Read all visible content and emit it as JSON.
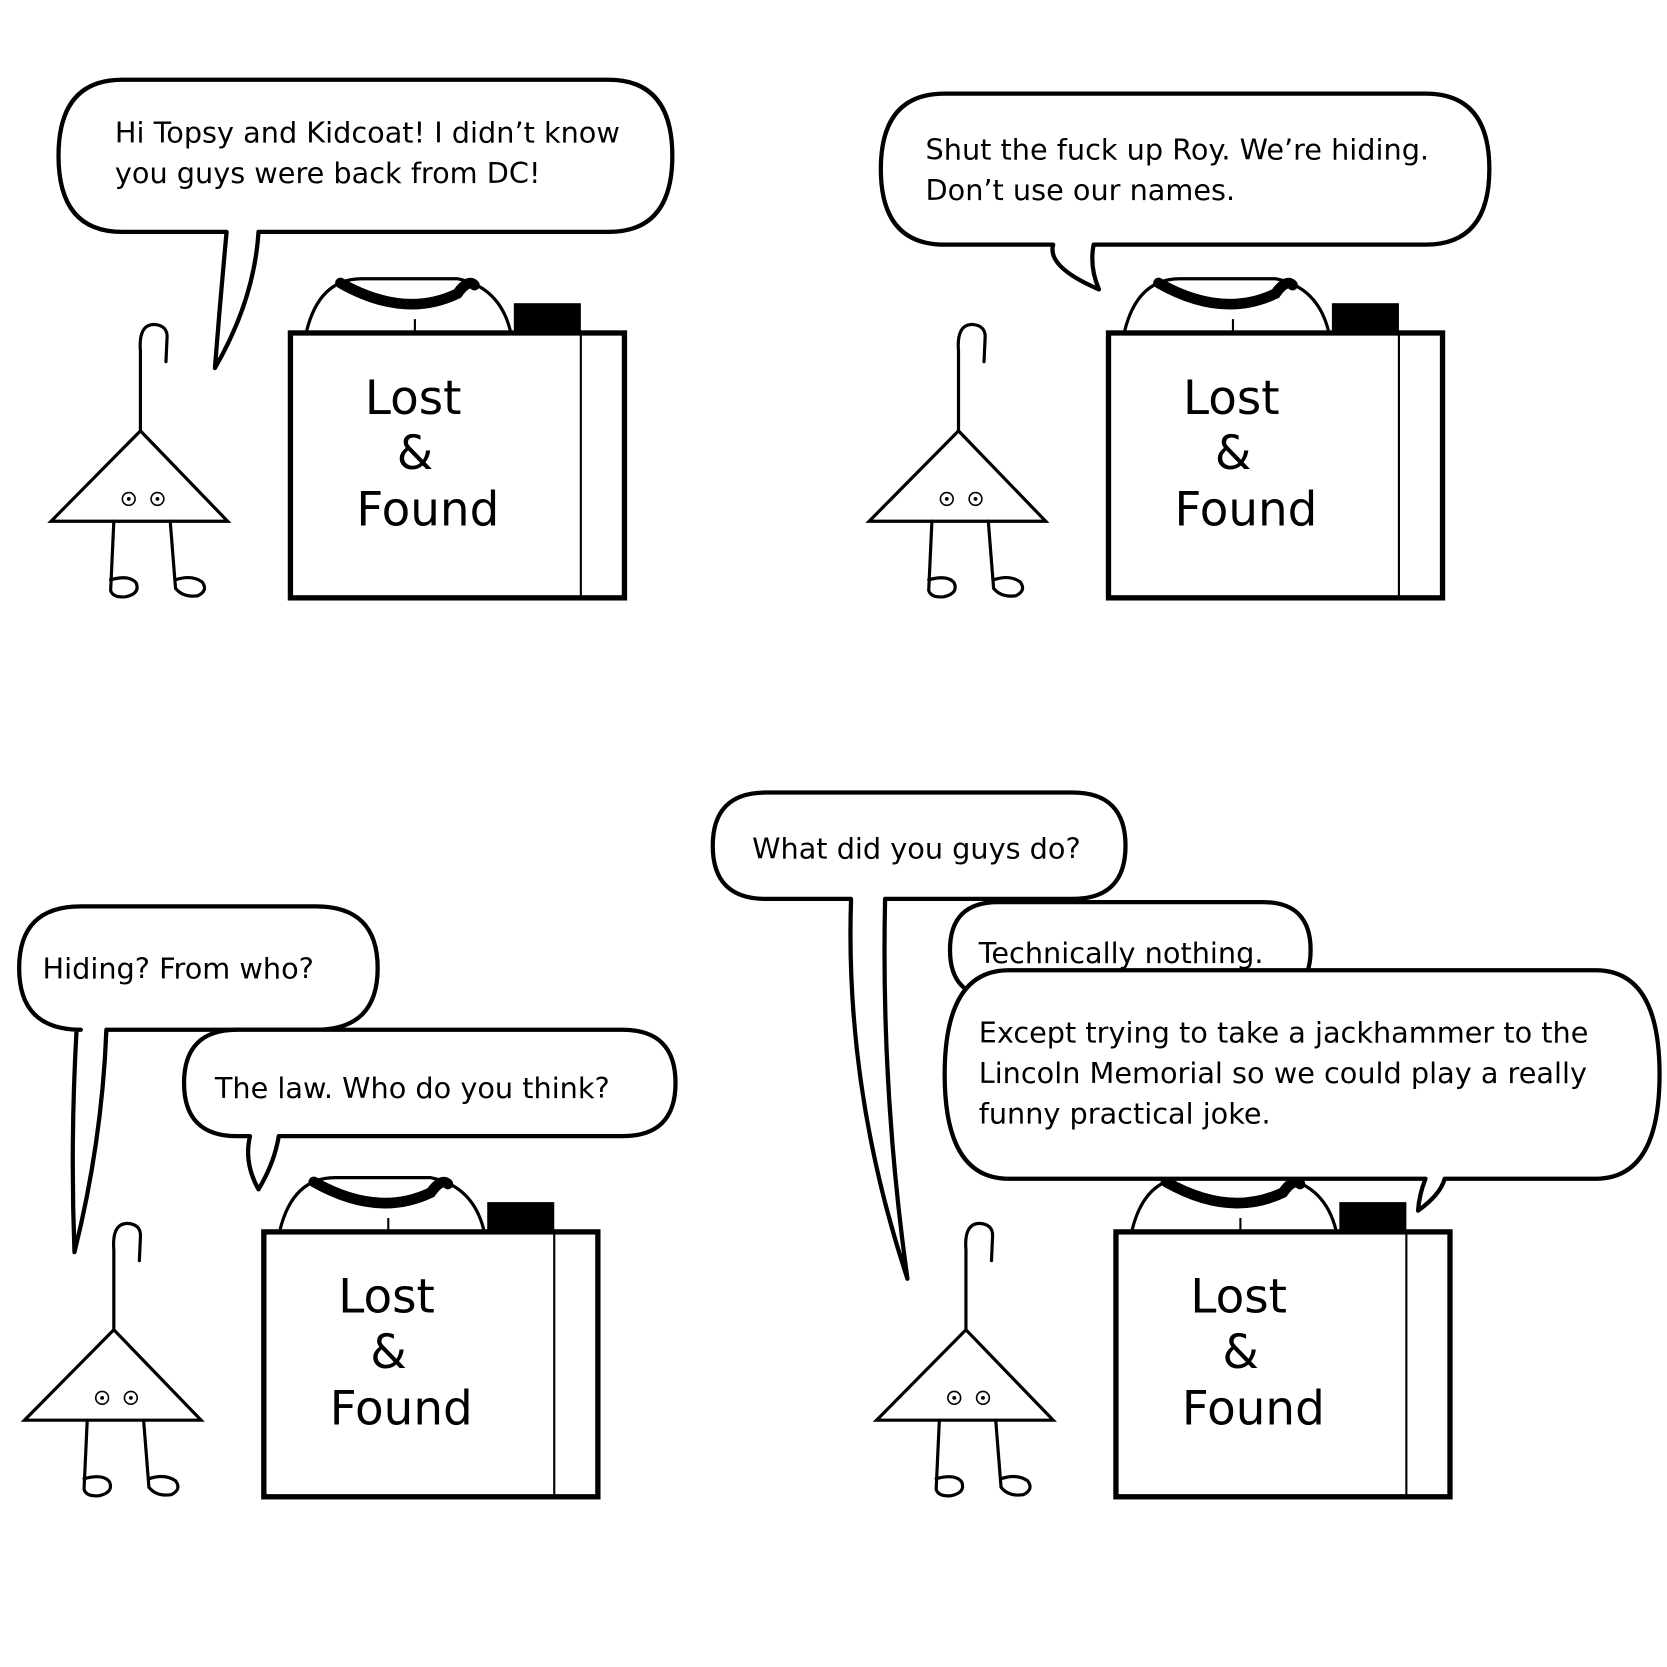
{
  "panels": [
    {
      "sign": [
        "Lost",
        "&",
        "Found"
      ],
      "bubbles": [
        {
          "lines": [
            "Hi Topsy and Kidcoat! I didn’t know",
            "you guys were back from DC!"
          ]
        }
      ]
    },
    {
      "sign": [
        "Lost",
        "&",
        "Found"
      ],
      "bubbles": [
        {
          "lines": [
            "Shut the fuck up Roy. We’re hiding.",
            "Don’t use our names."
          ]
        }
      ]
    },
    {
      "sign": [
        "Lost",
        "&",
        "Found"
      ],
      "bubbles": [
        {
          "lines": [
            "Hiding? From who?"
          ]
        },
        {
          "lines": [
            "The law. Who do you think?"
          ]
        }
      ]
    },
    {
      "sign": [
        "Lost",
        "&",
        "Found"
      ],
      "bubbles": [
        {
          "lines": [
            "What did you guys do?"
          ]
        },
        {
          "lines": [
            "Technically nothing."
          ]
        },
        {
          "lines": [
            "Except trying to take a jackhammer to the",
            "Lincoln Memorial so we could play a really",
            "funny practical joke."
          ]
        }
      ]
    }
  ],
  "colors": {
    "ink": "#000000",
    "paper": "#ffffff"
  }
}
